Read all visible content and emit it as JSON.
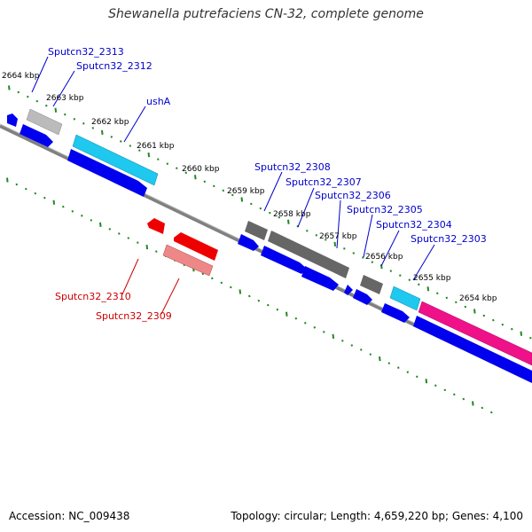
{
  "title": "Shewanella putrefaciens CN-32, complete genome",
  "footer": {
    "accession": "Accession: NC_009438",
    "topology": "Topology: circular; Length: 4,659,220 bp; Genes: 4,100"
  },
  "colors": {
    "backbone": "#808080",
    "cds_forward": "#0000ee",
    "cds_reverse": "#ee0000",
    "gene_grey": "#666666",
    "gene_cyan": "#1ec8ee",
    "gene_magenta": "#ee1188",
    "tick_green": "#228822",
    "label_forward": "#0000cc",
    "label_reverse": "#cc0000"
  },
  "kbp_labels": [
    "2664 kbp",
    "2663 kbp",
    "2662 kbp",
    "2661 kbp",
    "2660 kbp",
    "2659 kbp",
    "2658 kbp",
    "2657 kbp",
    "2656 kbp",
    "2655 kbp",
    "2654 kbp"
  ],
  "gene_labels_forward": [
    "Sputcn32_2313",
    "Sputcn32_2312",
    "ushA",
    "Sputcn32_2308",
    "Sputcn32_2307",
    "Sputcn32_2306",
    "Sputcn32_2305",
    "Sputcn32_2304",
    "Sputcn32_2303"
  ],
  "gene_labels_reverse": [
    "Sputcn32_2310",
    "Sputcn32_2309"
  ]
}
